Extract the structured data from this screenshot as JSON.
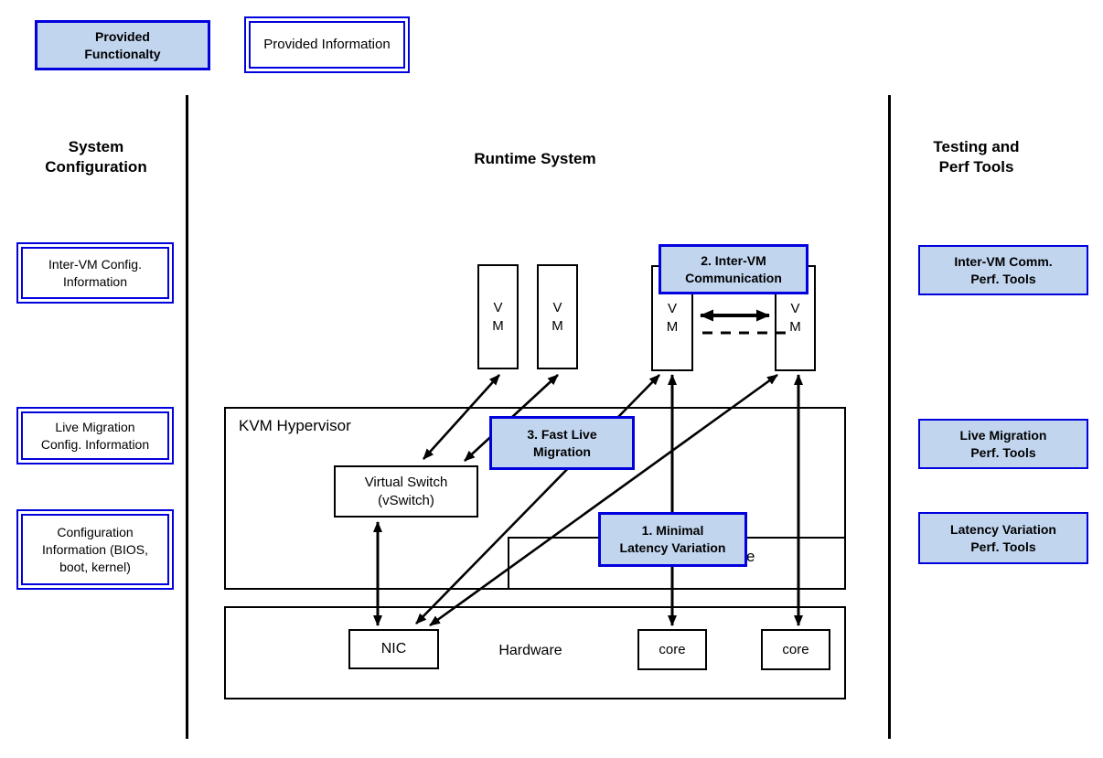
{
  "legend": {
    "functionality_label": "Provided\nFunctionalty",
    "information_label": "Provided Information"
  },
  "sections": {
    "left_title": "System\nConfiguration",
    "center_title": "Runtime System",
    "right_title": "Testing and\nPerf Tools"
  },
  "config_boxes": [
    "Inter-VM Config.\nInformation",
    "Live Migration\nConfig. Information",
    "Configuration\nInformation (BIOS,\nboot, kernel)"
  ],
  "perf_boxes": [
    "Inter-VM Comm.\nPerf. Tools",
    "Live Migration\nPerf. Tools",
    "Latency Variation\nPerf. Tools"
  ],
  "callouts": {
    "inter_vm": "2. Inter-VM\nCommunication",
    "fast_live": "3. Fast Live\nMigration",
    "min_latency": "1. Minimal\nLatency Variation"
  },
  "runtime": {
    "hypervisor": "KVM Hypervisor",
    "vm": "V\nM",
    "vswitch": "Virtual Switch\n(vSwitch)",
    "nic": "NIC",
    "hardware": "Hardware",
    "core": "core",
    "partial_hidden_text": "e"
  },
  "colors": {
    "accent_border": "#0101dd",
    "accent_fill": "#c1d5ef",
    "line": "#000000"
  }
}
